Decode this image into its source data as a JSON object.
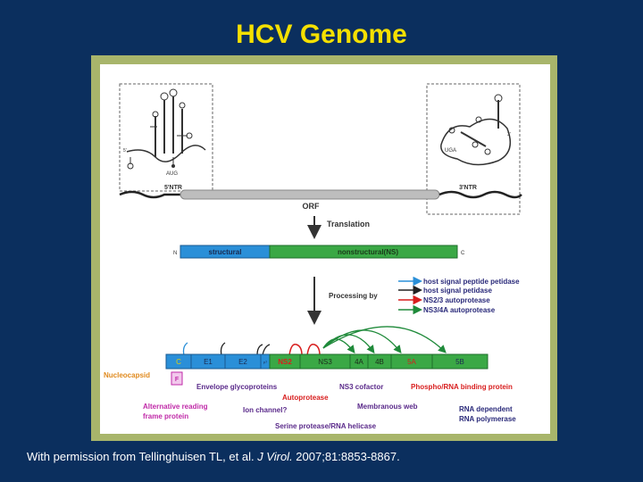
{
  "title": "HCV Genome",
  "credit": {
    "prefix": "With permission from Tellinghuisen TL, et al. ",
    "journal": "J Virol.",
    "suffix": " 2007;81:8853-8867."
  },
  "genome": {
    "five_prime": "5'",
    "three_prime": "3'",
    "aug": "AUG",
    "uga": "UGA",
    "five_ntr": "5'NTR",
    "three_ntr": "3'NTR",
    "orf": "ORF"
  },
  "translation_label": "Translation",
  "polyprotein": {
    "n": "N",
    "c": "C",
    "structural": "structural",
    "nonstructural": "nonstructural(NS)"
  },
  "processing_label": "Processing by",
  "legend": [
    {
      "label": "host signal peptide petidase",
      "color": "#2a8fd8"
    },
    {
      "label": "host signal petidase",
      "color": "#222222"
    },
    {
      "label": "NS2/3 autoprotease",
      "color": "#d81e1e"
    },
    {
      "label": "NS3/4A autoprotease",
      "color": "#1f8a3a"
    }
  ],
  "proteins": [
    "C",
    "E1",
    "E2",
    "p7",
    "NS2",
    "NS3",
    "4A",
    "4B",
    "5A",
    "5B"
  ],
  "f_protein": "F",
  "annotations": {
    "nucleocapsid": "Nucleocapsid",
    "envelope": "Envelope glycoproteins",
    "autoprotease": "Autoprotease",
    "ns3_cofactor": "NS3 cofactor",
    "phospho": "Phospho/RNA binding protein",
    "alt_reading_1": "Alternative reading",
    "alt_reading_2": "frame protein",
    "ion_channel": "Ion channel?",
    "membranous": "Membranous web",
    "rdrp_1": "RNA dependent",
    "rdrp_2": "RNA polymerase",
    "serine": "Serine protease/RNA helicase"
  },
  "colors": {
    "background": "#0b2f5e",
    "title": "#f5e000",
    "frame": "#a8b56b",
    "structural": "#2a8fd8",
    "nonstructural": "#3aa845",
    "orange": "#e08a1e",
    "red": "#d81e1e",
    "purple": "#5a2a8a",
    "magenta": "#c02aa8"
  }
}
